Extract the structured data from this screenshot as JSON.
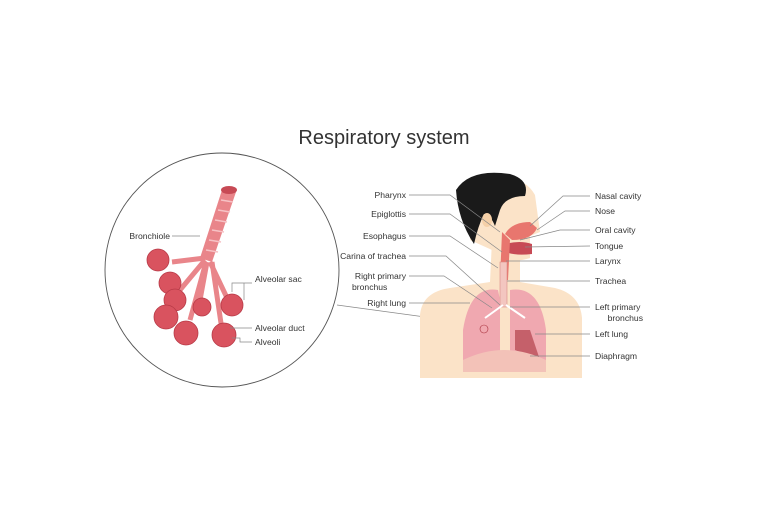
{
  "title": "Respiratory system",
  "inset_labels": {
    "bronchiole": "Bronchiole",
    "alveolar_sac": "Alveolar sac",
    "alveolar_duct": "Alveolar duct",
    "alveoli": "Alveoli"
  },
  "left_labels": {
    "pharynx": "Pharynx",
    "epiglottis": "Epiglottis",
    "esophagus": "Esophagus",
    "carina": "Carina of trachea",
    "right_primary_1": "Right primary",
    "right_primary_2": "bronchus",
    "right_lung": "Right lung"
  },
  "right_labels": {
    "nasal_cavity": "Nasal cavity",
    "nose": "Nose",
    "oral_cavity": "Oral cavity",
    "tongue": "Tongue",
    "larynx": "Larynx",
    "trachea": "Trachea",
    "left_primary_1": "Left primary",
    "left_primary_2": "bronchus",
    "left_lung": "Left lung",
    "diaphragm": "Diaphragm"
  },
  "colors": {
    "skin": "#fbe3c8",
    "hair": "#1a1a1a",
    "lung": "#f0a8b0",
    "airway": "#e8766e",
    "alveoli": "#d9535f"
  }
}
